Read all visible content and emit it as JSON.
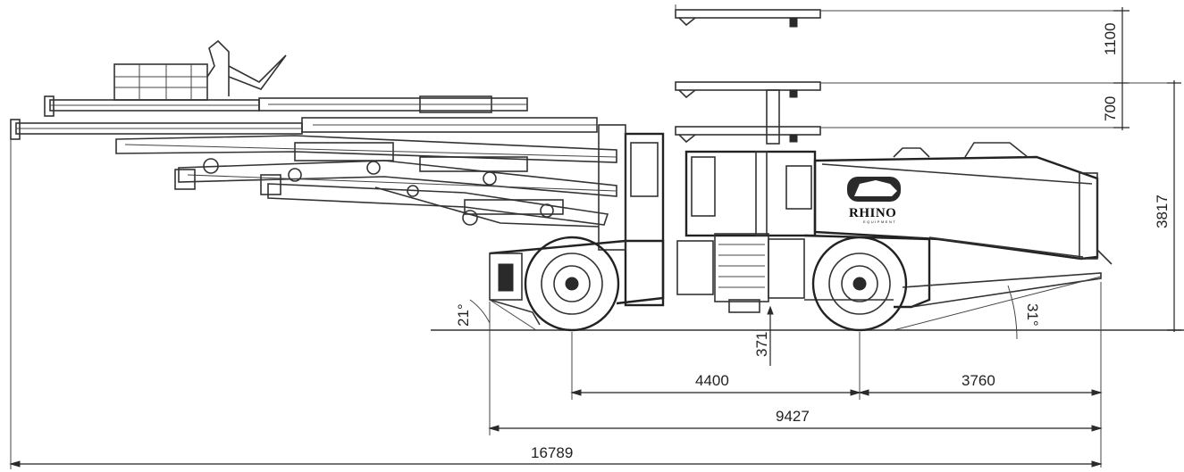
{
  "brand": {
    "logo_text": "RHINO",
    "logo_sub": "EQUIPMENT"
  },
  "dimensions": {
    "platform_step_upper": "1100",
    "platform_step_lower": "700",
    "overall_height": "3817",
    "wheelbase": "4400",
    "rear_overhang": "3760",
    "chassis_length": "9427",
    "overall_length": "16789",
    "ground_clearance": "371",
    "approach_angle": "21°",
    "departure_angle": "31°"
  }
}
